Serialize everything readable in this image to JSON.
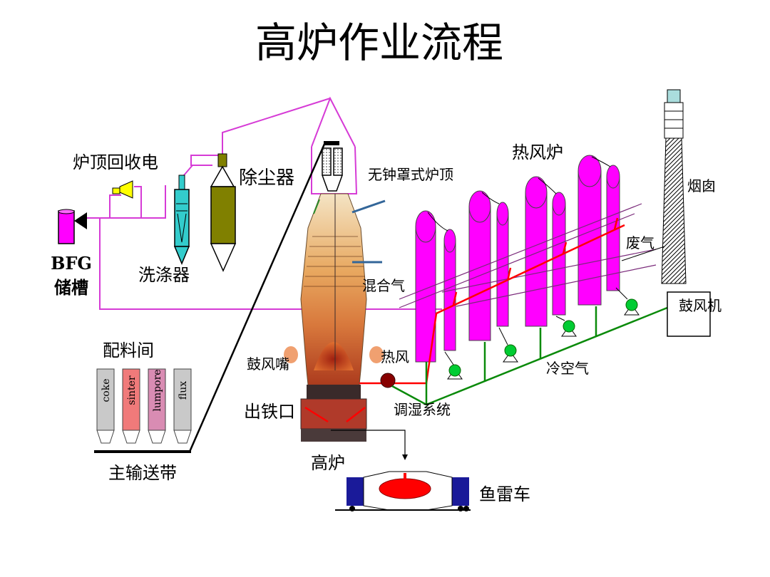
{
  "title": "高炉作业流程",
  "labels": {
    "top_recovery": "炉顶回收电",
    "dust_catcher": "除尘器",
    "bell_less_top": "无钟罩式炉顶",
    "hot_stove": "热风炉",
    "chimney": "烟囱",
    "waste_gas": "废气",
    "bfg_1": "BFG",
    "bfg_2": "储槽",
    "scrubber": "洗涤器",
    "mixed_gas": "混合气",
    "blower": "鼓风机",
    "batching": "配料间",
    "tuyere": "鼓风嘴",
    "hot_blast": "热风",
    "cold_air": "冷空气",
    "taphole": "出铁口",
    "humidity": "调湿系统",
    "blast_furnace": "高炉",
    "conveyor": "主输送带",
    "torpedo": "鱼雷车"
  },
  "bins": [
    {
      "label": "coke",
      "color": "#c9c9c9"
    },
    {
      "label": "sinter",
      "color": "#f07a7a"
    },
    {
      "label": "lumpore",
      "color": "#d98cb3"
    },
    {
      "label": "flux",
      "color": "#c9c9c9"
    }
  ],
  "colors": {
    "gas_pipe": "#d63bd6",
    "hot_blast_pipe": "#ff0000",
    "cold_air_pipe": "#0a8a0a",
    "stove": "#ff00ff",
    "dust_catcher": "#808000",
    "scrubber": "#33cccc",
    "torpedo_body": "#ff0000",
    "torpedo_frame": "#1a1a99"
  }
}
